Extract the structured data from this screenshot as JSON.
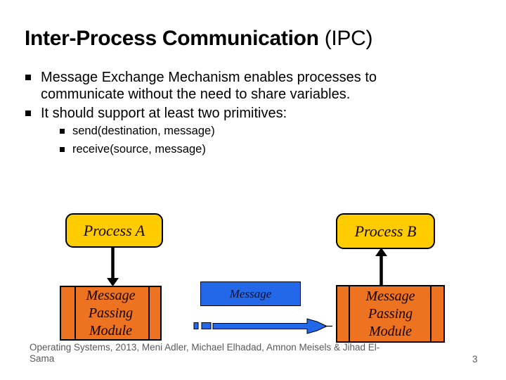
{
  "slide": {
    "title": {
      "main": "Inter-Process Communication",
      "suffix": " (IPC)"
    },
    "bullets": [
      {
        "text": "Message Exchange Mechanism enables processes to communicate without the need to share variables."
      },
      {
        "text": "It should support at least two primitives:"
      }
    ],
    "sub_bullets": [
      {
        "text": "send(destination, message)"
      },
      {
        "text": "receive(source, message)"
      }
    ],
    "diagram": {
      "process_a_label": "Process A",
      "process_b_label": "Process B",
      "left_module_label": "Message Passing Module",
      "right_module_label": "Message Passing Module",
      "message_label": "Message"
    },
    "footer": {
      "credits_line1": "Operating Systems, 2013, Meni Adler, Michael Elhadad, Amnon Meisels & Jihad El-",
      "credits_line2": "Sama",
      "page_number": "3"
    },
    "colors": {
      "process_box_fill": "#FFCC00",
      "module_box_fill": "#EE7321",
      "message_box_fill": "#2268E8",
      "arrow_black": "#000000",
      "text_black": "#000000",
      "footer_gray": "#595959",
      "background": "#FFFFFF"
    }
  }
}
